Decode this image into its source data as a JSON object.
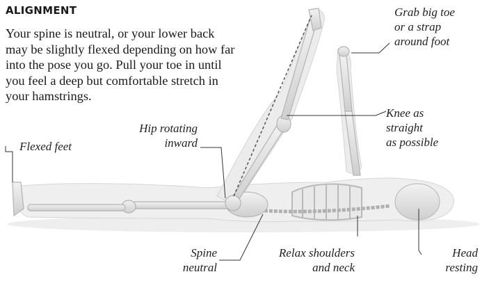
{
  "alignment": {
    "heading": "ALIGNMENT",
    "body": "Your spine is neutral, or your lower back may be slightly flexed depending on how far into the pose you go. Pull your toe in until you feel a deep but comfortable stretch in your hamstrings."
  },
  "callouts": {
    "grab_toe": [
      "Grab big toe",
      "or a strap",
      "around foot"
    ],
    "knee": [
      "Knee as",
      "straight",
      "as possible"
    ],
    "hip": [
      "Hip rotating",
      "inward"
    ],
    "flexed_feet": [
      "Flexed feet"
    ],
    "spine": [
      "Spine",
      "neutral"
    ],
    "shoulders": [
      "Relax shoulders",
      "and neck"
    ],
    "head": [
      "Head",
      "resting"
    ]
  }
}
